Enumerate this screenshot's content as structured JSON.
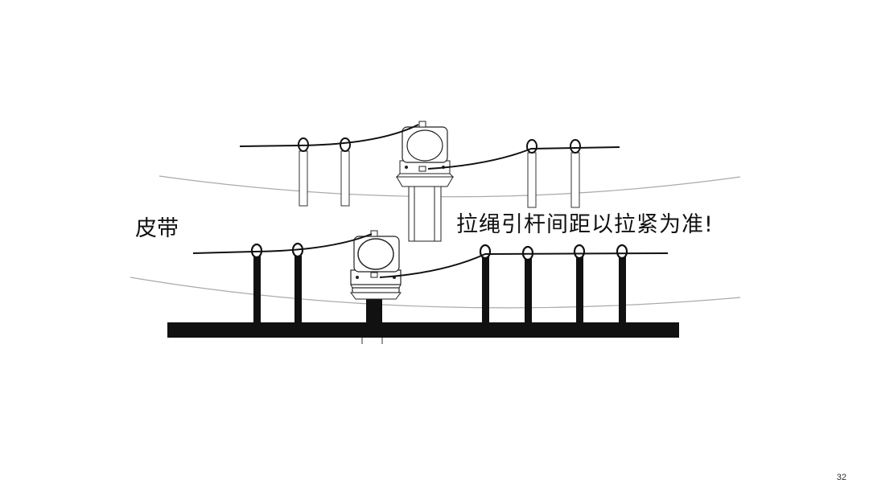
{
  "labels": {
    "belt": "皮带",
    "note": "拉绳引杆间距以拉紧为准!"
  },
  "page_number": "32",
  "colors": {
    "stroke": "#111111",
    "belt_line": "#b5b5b5"
  }
}
